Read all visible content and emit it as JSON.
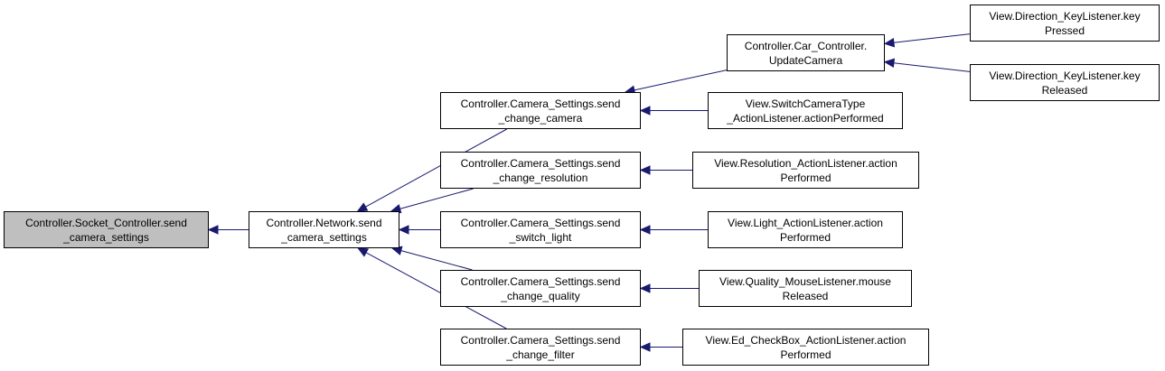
{
  "colors": {
    "edge": "#191970",
    "node_border": "#000000",
    "current_node_fill": "#bfbfbf",
    "node_fill": "#ffffff"
  },
  "nodes": {
    "socket_controller": {
      "line1": "Controller.Socket_Controller.send",
      "line2": "_camera_settings"
    },
    "network": {
      "line1": "Controller.Network.send",
      "line2": "_camera_settings"
    },
    "send_change_camera": {
      "line1": "Controller.Camera_Settings.send",
      "line2": "_change_camera"
    },
    "send_change_resolution": {
      "line1": "Controller.Camera_Settings.send",
      "line2": "_change_resolution"
    },
    "send_switch_light": {
      "line1": "Controller.Camera_Settings.send",
      "line2": "_switch_light"
    },
    "send_change_quality": {
      "line1": "Controller.Camera_Settings.send",
      "line2": "_change_quality"
    },
    "send_change_filter": {
      "line1": "Controller.Camera_Settings.send",
      "line2": "_change_filter"
    },
    "update_camera": {
      "line1": "Controller.Car_Controller.",
      "line2": "UpdateCamera"
    },
    "switch_camera_type": {
      "line1": "View.SwitchCameraType",
      "line2": "_ActionListener.actionPerformed"
    },
    "resolution_listener": {
      "line1": "View.Resolution_ActionListener.action",
      "line2": "Performed"
    },
    "light_listener": {
      "line1": "View.Light_ActionListener.action",
      "line2": "Performed"
    },
    "quality_listener": {
      "line1": "View.Quality_MouseListener.mouse",
      "line2": "Released"
    },
    "ed_checkbox_listener": {
      "line1": "View.Ed_CheckBox_ActionListener.action",
      "line2": "Performed"
    },
    "direction_key_pressed": {
      "line1": "View.Direction_KeyListener.key",
      "line2": "Pressed"
    },
    "direction_key_released": {
      "line1": "View.Direction_KeyListener.key",
      "line2": "Released"
    }
  },
  "edges": [
    {
      "from": "network",
      "to": "socket_controller"
    },
    {
      "from": "send_change_camera",
      "to": "network"
    },
    {
      "from": "send_change_resolution",
      "to": "network"
    },
    {
      "from": "send_switch_light",
      "to": "network"
    },
    {
      "from": "send_change_quality",
      "to": "network"
    },
    {
      "from": "send_change_filter",
      "to": "network"
    },
    {
      "from": "update_camera",
      "to": "send_change_camera"
    },
    {
      "from": "switch_camera_type",
      "to": "send_change_camera"
    },
    {
      "from": "resolution_listener",
      "to": "send_change_resolution"
    },
    {
      "from": "light_listener",
      "to": "send_switch_light"
    },
    {
      "from": "quality_listener",
      "to": "send_change_quality"
    },
    {
      "from": "ed_checkbox_listener",
      "to": "send_change_filter"
    },
    {
      "from": "direction_key_pressed",
      "to": "update_camera"
    },
    {
      "from": "direction_key_released",
      "to": "update_camera"
    }
  ]
}
